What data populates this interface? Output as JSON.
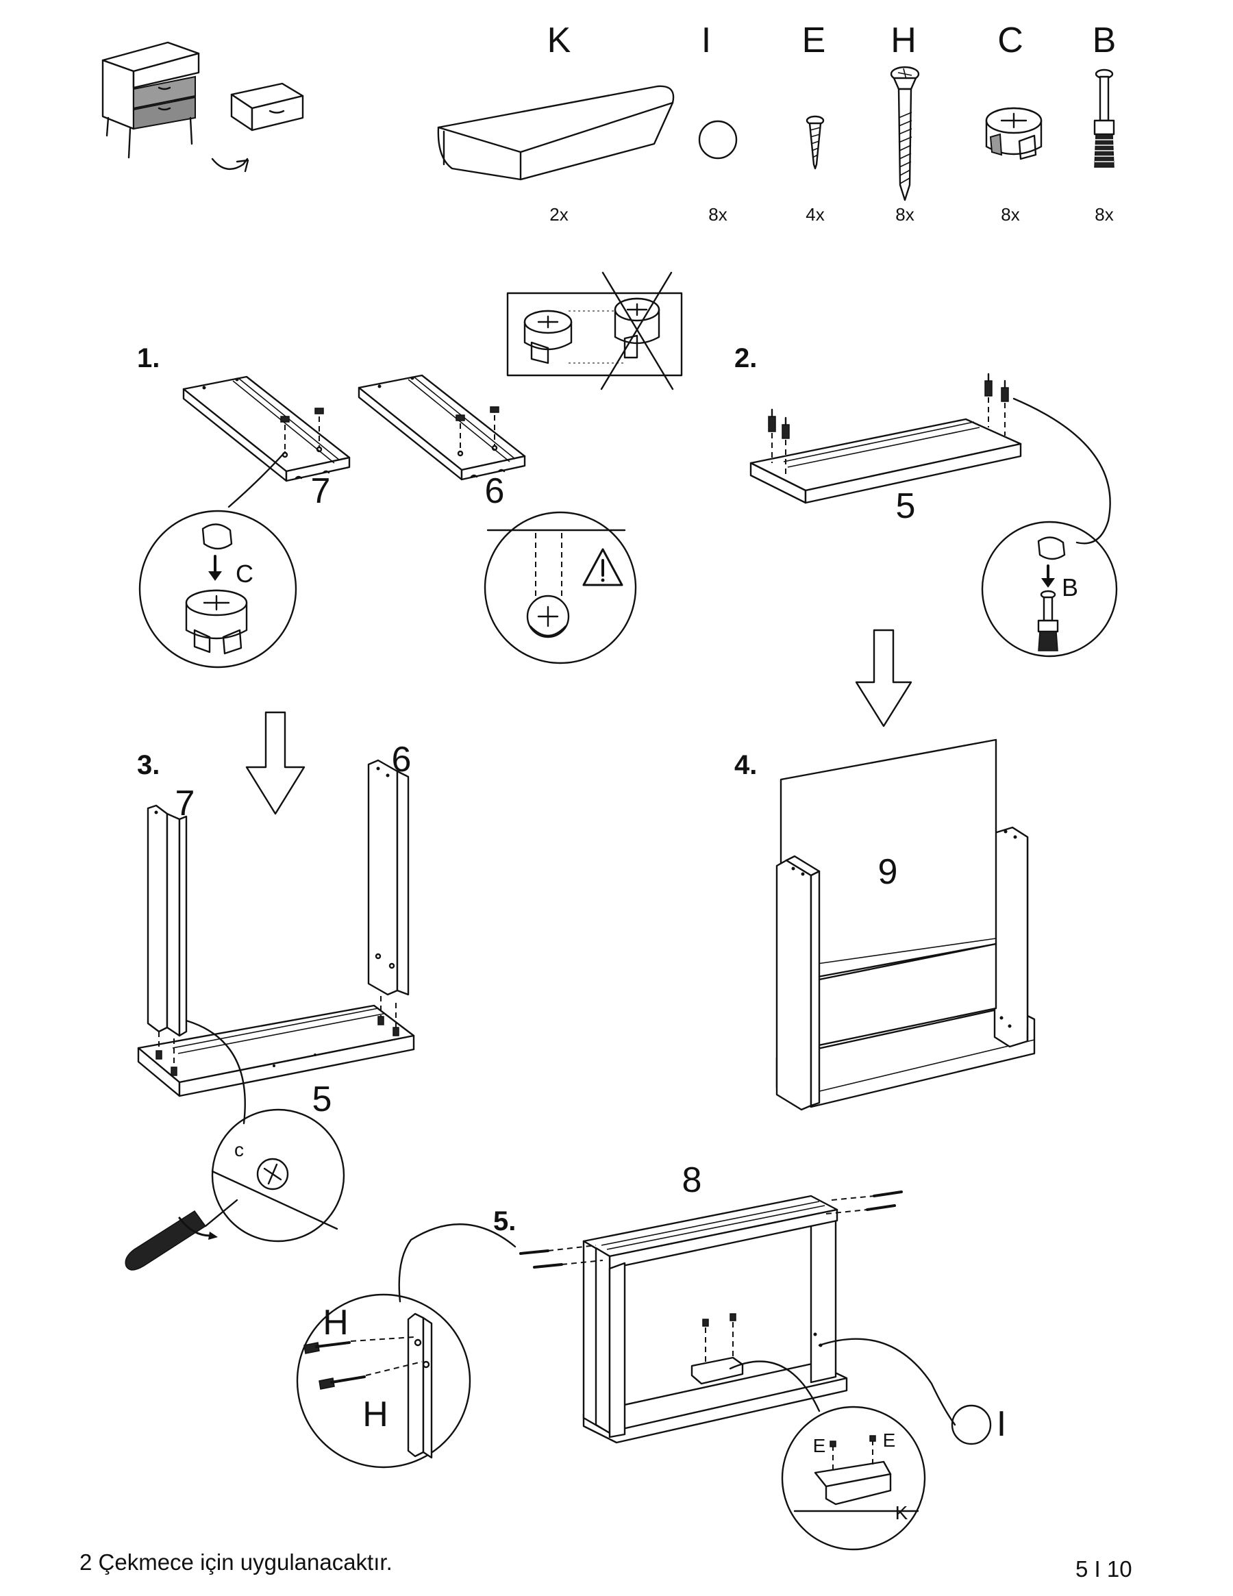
{
  "parts": [
    {
      "code": "K",
      "qty": "2x",
      "icon": "handle-profile-icon"
    },
    {
      "code": "I",
      "qty": "8x",
      "icon": "cover-cap-icon"
    },
    {
      "code": "E",
      "qty": "4x",
      "icon": "small-screw-icon"
    },
    {
      "code": "H",
      "qty": "8x",
      "icon": "long-screw-icon"
    },
    {
      "code": "C",
      "qty": "8x",
      "icon": "cam-lock-icon"
    },
    {
      "code": "B",
      "qty": "8x",
      "icon": "cam-bolt-icon"
    }
  ],
  "steps": {
    "s1": {
      "num": "1.",
      "panel_a": "7",
      "panel_b": "6",
      "detail_label": "C"
    },
    "s2": {
      "num": "2.",
      "panel": "5",
      "detail_label": "B"
    },
    "s3": {
      "num": "3.",
      "left_panel": "7",
      "right_panel": "6",
      "base_panel": "5",
      "detail_label": "c"
    },
    "s4": {
      "num": "4.",
      "back_panel": "9"
    },
    "s5": {
      "num": "5.",
      "front_panel": "8",
      "screw_label_1": "H",
      "screw_label_2": "H",
      "cap_label": "I",
      "detail_e1": "E",
      "detail_e2": "E",
      "detail_k": "K"
    }
  },
  "footer": {
    "note": "2 Çekmece için uygulanacaktır.",
    "page": "5 I 10"
  }
}
